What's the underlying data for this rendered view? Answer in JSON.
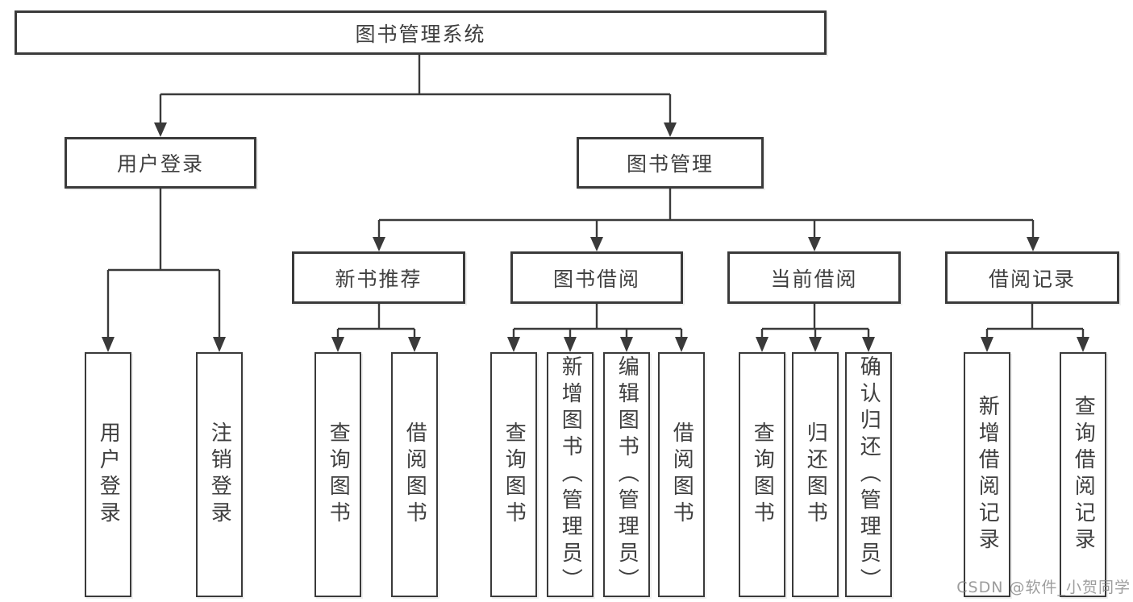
{
  "colors": {
    "line": "#3a3a3a",
    "border": "#3a3a3a",
    "text": "#3f3f3f",
    "background": "#ffffff",
    "watermark_gray": "#828282"
  },
  "tree": {
    "root": {
      "label": "图书管理系统",
      "children": {
        "user_login": {
          "label": "用户登录",
          "children": {
            "login": {
              "label": "用户登录"
            },
            "logout": {
              "label": "注销登录"
            }
          }
        },
        "book_management": {
          "label": "图书管理",
          "children": {
            "new_book_recommend": {
              "label": "新书推荐",
              "children": {
                "query_books": {
                  "label": "查询图书"
                },
                "borrow_books": {
                  "label": "借阅图书"
                }
              }
            },
            "book_borrow": {
              "label": "图书借阅",
              "children": {
                "query_books": {
                  "label": "查询图书"
                },
                "add_books_admin": {
                  "label": "新增图书（管理员）"
                },
                "edit_books_admin": {
                  "label": "编辑图书（管理员）"
                },
                "borrow_books": {
                  "label": "借阅图书"
                }
              }
            },
            "current_borrow": {
              "label": "当前借阅",
              "children": {
                "query_books": {
                  "label": "查询图书"
                },
                "return_books": {
                  "label": "归还图书"
                },
                "confirm_return_admin": {
                  "label": "确认归还（管理员）"
                }
              }
            },
            "borrow_records": {
              "label": "借阅记录",
              "children": {
                "add_borrow_record": {
                  "label": "新增借阅记录"
                },
                "query_borrow_record": {
                  "label": "查询借阅记录"
                }
              }
            }
          }
        }
      }
    }
  },
  "watermark": "CSDN @软件_小贺同学"
}
